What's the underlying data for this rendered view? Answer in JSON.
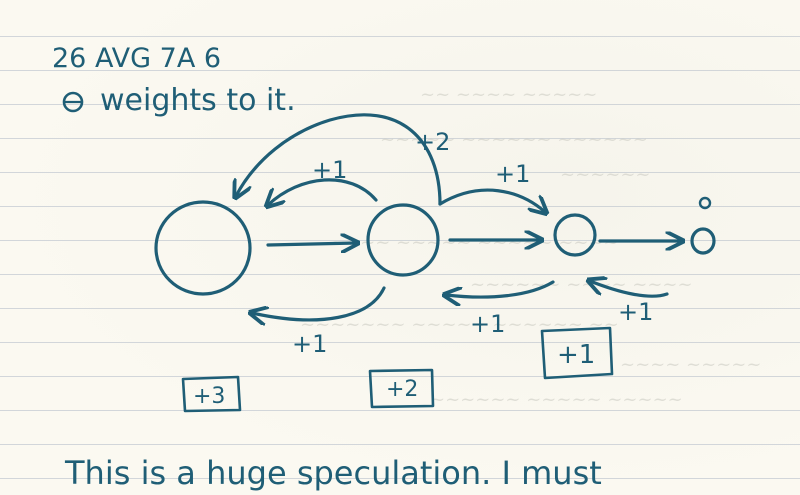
{
  "header": {
    "date": "26 AVG 7A 6",
    "line": "weights to it."
  },
  "diagram": {
    "edge_labels": {
      "top_long": "+2",
      "top_1_2": "+1",
      "top_2_3": "+1",
      "bottom_2_1": "+1",
      "bottom_3_2": "+1",
      "bottom_4_3": "+1"
    },
    "node_totals": {
      "node1": "+3",
      "node2": "+2",
      "node3": "+1"
    },
    "small_mark": "o"
  },
  "footer": {
    "line": "This is a huge speculation. I must"
  }
}
